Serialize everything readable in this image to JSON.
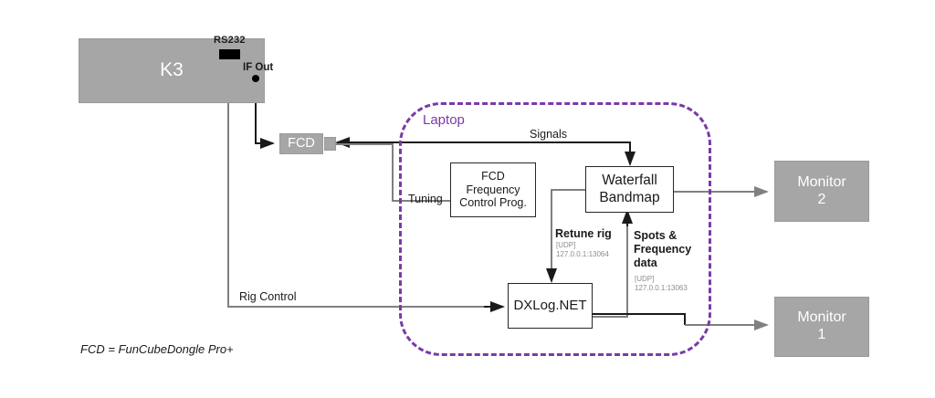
{
  "diagram": {
    "title": "K3 / FunCubeDongle / DXLog.NET signal flow",
    "colors": {
      "hardware_fill": "#a6a6a6",
      "laptop_boundary": "#7a3aa8",
      "black_wire": "#1a1a1a",
      "gray_wire": "#808080",
      "udp_text": "#8c8c8c"
    }
  },
  "hardware": {
    "k3": {
      "label": "K3"
    },
    "rs232": {
      "label": "RS232"
    },
    "if_out": {
      "label": "IF Out"
    },
    "fcd": {
      "label": "FCD"
    },
    "monitor2": {
      "line1": "Monitor",
      "line2": "2"
    },
    "monitor1": {
      "line1": "Monitor",
      "line2": "1"
    }
  },
  "laptop": {
    "label": "Laptop",
    "programs": {
      "fcd_control": {
        "line1": "FCD",
        "line2": "Frequency",
        "line3": "Control Prog."
      },
      "waterfall": {
        "line1": "Waterfall",
        "line2": "Bandmap"
      },
      "dxlog": {
        "label": "DXLog.NET"
      }
    }
  },
  "connections": {
    "signals": {
      "label": "Signals"
    },
    "tuning": {
      "label": "Tuning"
    },
    "rig_control": {
      "label": "Rig Control"
    },
    "retune_rig": {
      "label": "Retune rig",
      "protocol": "[UDP]",
      "address": "127.0.0.1:13064"
    },
    "spots_frequency": {
      "label": "Spots & Frequency data",
      "protocol": "[UDP]",
      "address": "127.0.0.1:13063"
    }
  },
  "footnote": {
    "text": "FCD = FunCubeDongle Pro+"
  }
}
